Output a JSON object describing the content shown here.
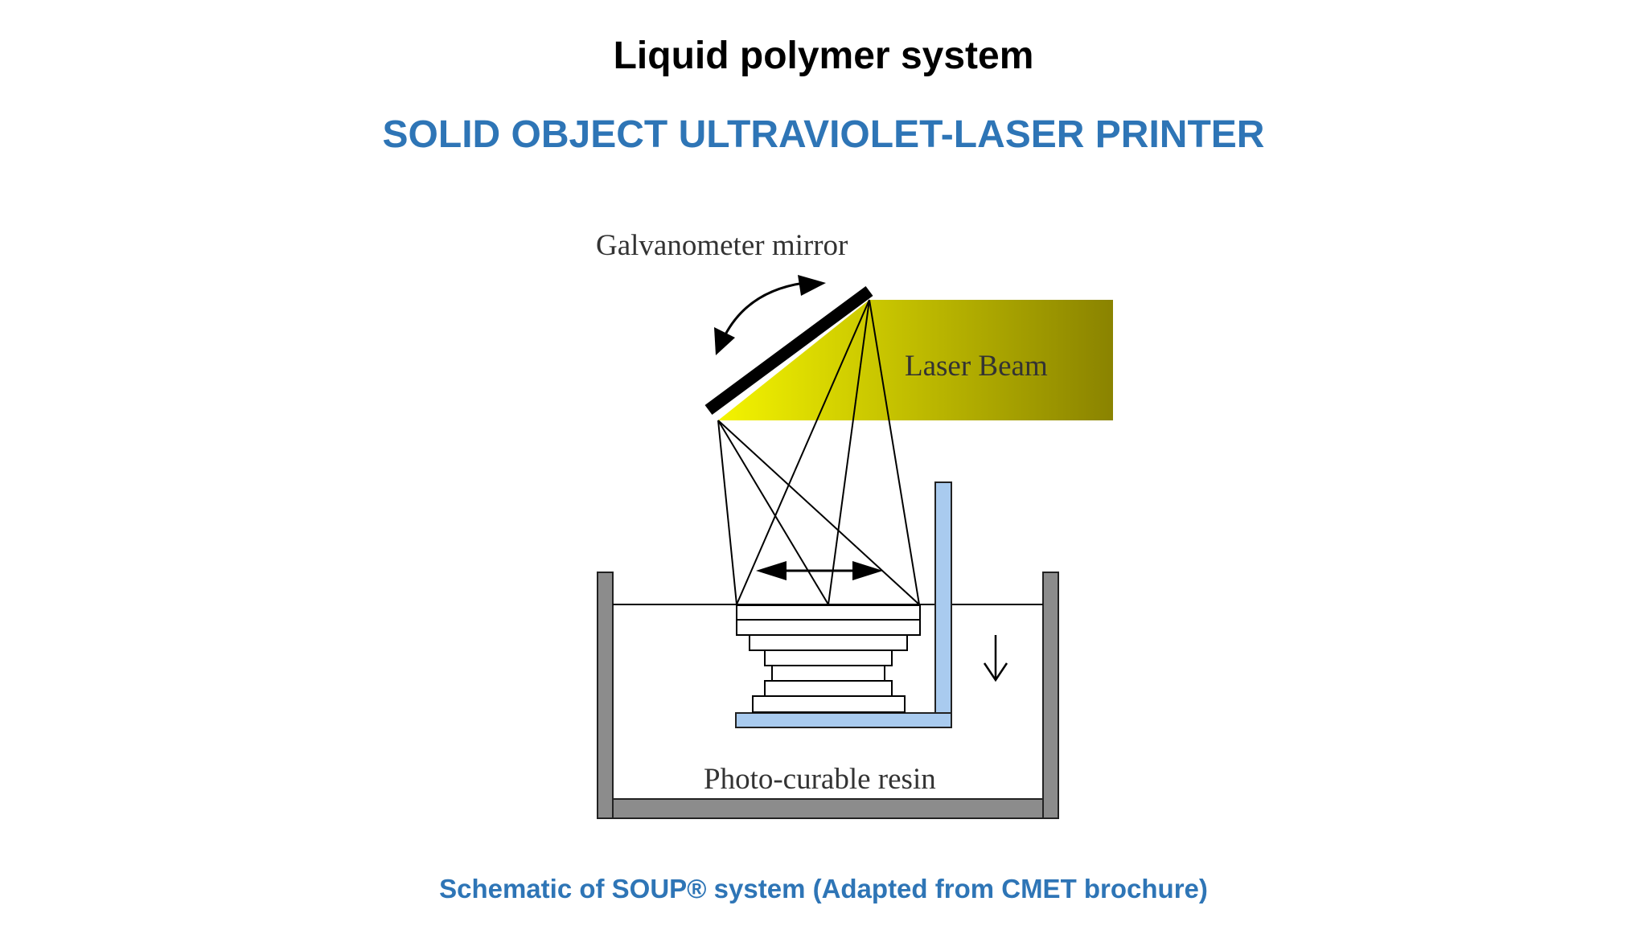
{
  "slide": {
    "title": "Liquid polymer system",
    "subtitle": "SOLID OBJECT ULTRAVIOLET-LASER PRINTER",
    "caption": "Schematic of SOUP® system (Adapted from CMET brochure)",
    "accent_color": "#2e75b6"
  },
  "diagram": {
    "labels": {
      "mirror": "Galvanometer mirror",
      "laser": "Laser Beam",
      "resin": "Photo-curable resin"
    },
    "colors": {
      "laser_beam_start": "#f4f400",
      "laser_beam_end": "#8a8300",
      "elevator": "#a9cbef",
      "vat": "#8c8c8c"
    },
    "icons": {
      "rotation": "curved-double-arrow-icon",
      "scan": "horizontal-double-arrow-icon",
      "descent": "down-arrow-icon"
    }
  }
}
